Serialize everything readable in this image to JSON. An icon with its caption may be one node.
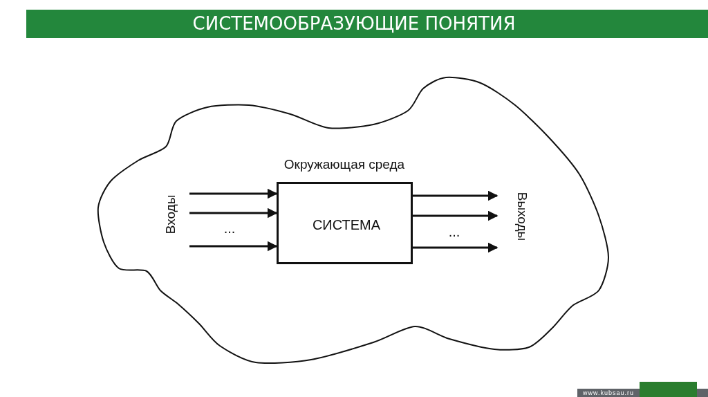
{
  "diagram": {
    "title": "СИСТЕМООБРАЗУЮЩИЕ ПОНЯТИЯ",
    "nodes": [
      {
        "text": [
          "Окружающая среда"
        ]
      },
      {
        "text": [
          "СИСТЕМА"
        ],
        "in": 0
      }
    ],
    "edges": [
      {
        "from": null,
        "to": 1,
        "arrow": "to"
      },
      {
        "from": null,
        "to": 1,
        "arrow": "to"
      },
      {
        "from": null,
        "to": 1,
        "arrow": "to"
      },
      {
        "from": 1,
        "to": null,
        "arrow": "to"
      },
      {
        "from": 1,
        "to": null,
        "arrow": "to"
      },
      {
        "from": 1,
        "to": null,
        "arrow": "to"
      }
    ],
    "labels": [
      "Входы",
      "...",
      "...",
      "Выходы",
      "www.kubsau.ru"
    ]
  }
}
